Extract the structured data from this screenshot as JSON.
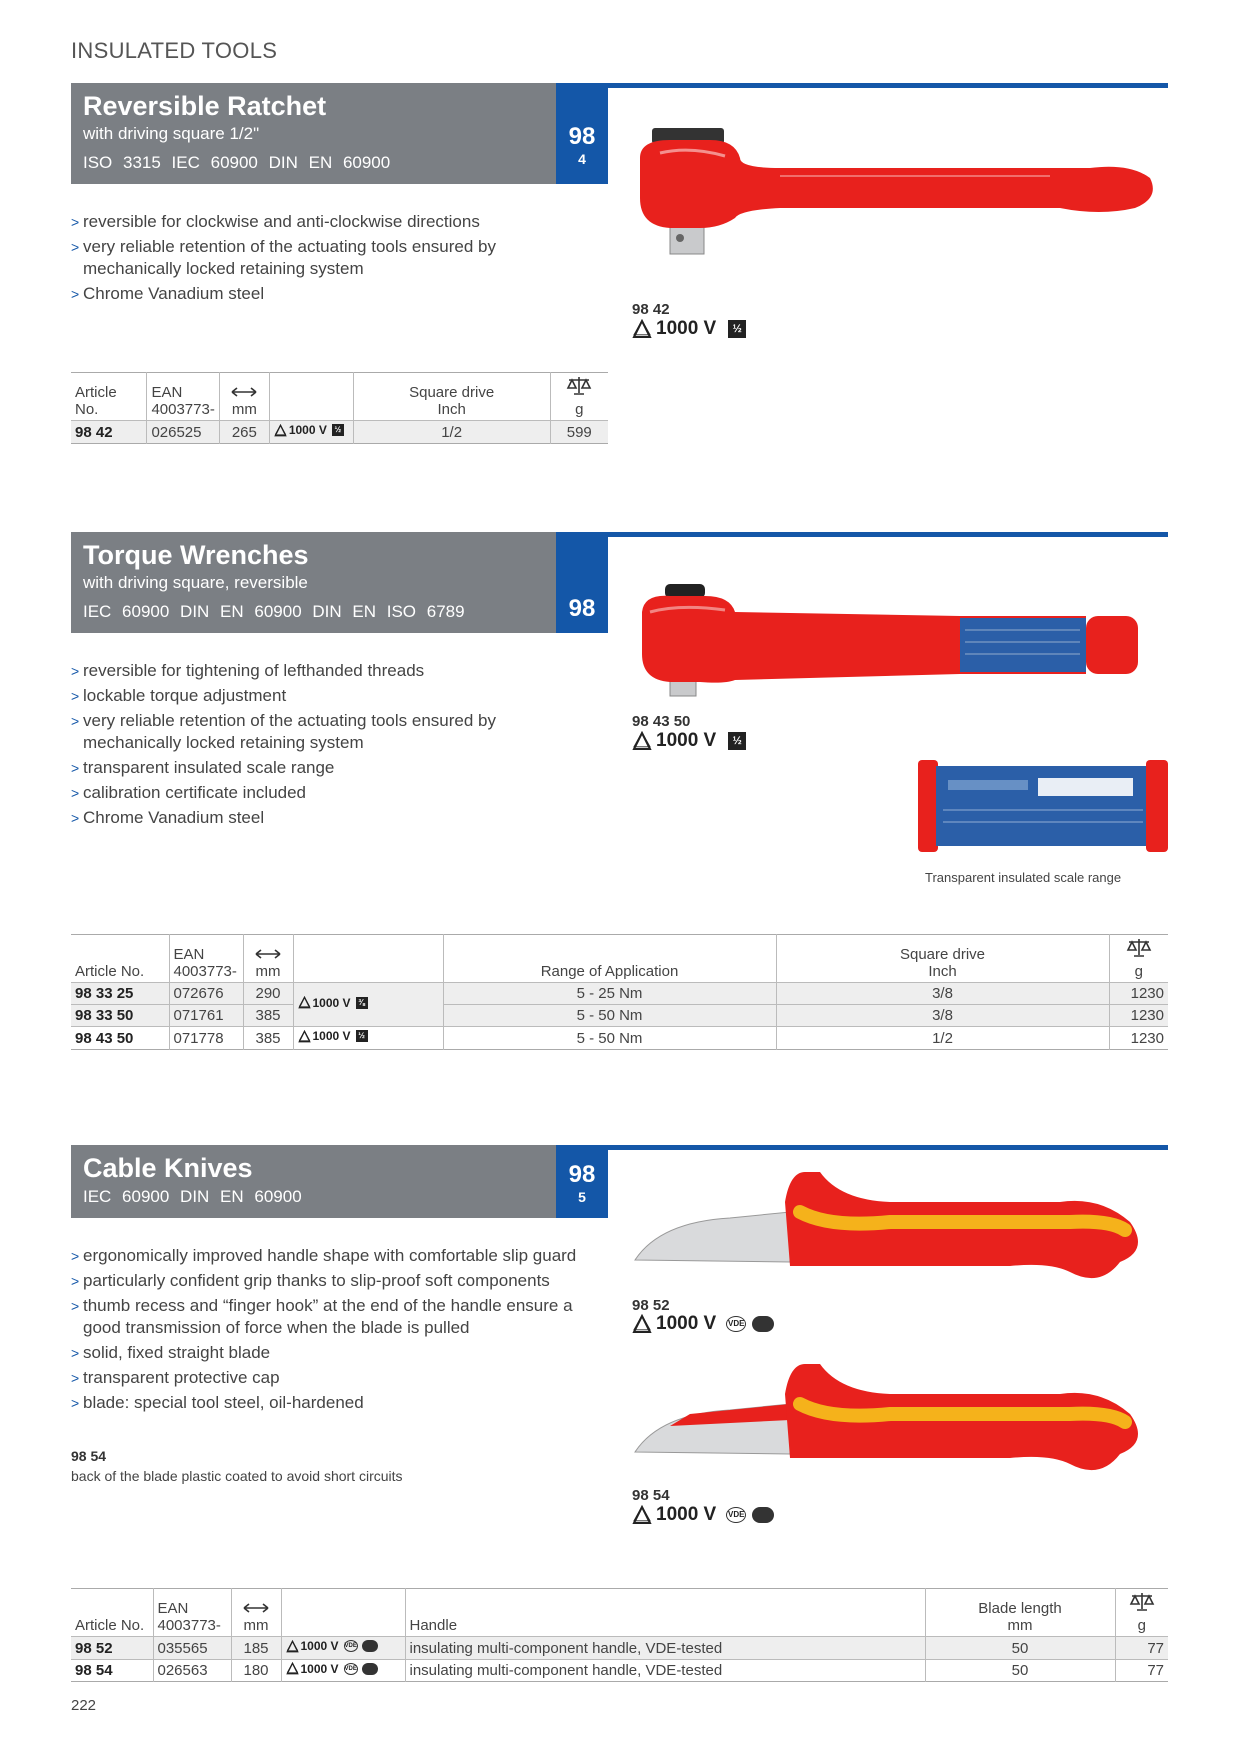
{
  "page": {
    "category": "INSULATED TOOLS",
    "page_number": "222"
  },
  "voltage": "1000 V",
  "sec1": {
    "title": "Reversible Ratchet",
    "subtitle": "with driving square 1/2\"",
    "norms": "ISO 3315   IEC 60900   DIN EN 60900",
    "num_big": "98",
    "num_small": "4",
    "features": [
      "reversible for clockwise and anti-clockwise directions",
      "very reliable retention of the actuating tools ensured by mechanically locked retaining system",
      "Chrome Vanadium steel"
    ],
    "product_label": "98 42",
    "drive_badge": "½",
    "table": {
      "h_article": "Article No.",
      "h_ean": "EAN",
      "h_ean2": "4003773-",
      "h_mm": "mm",
      "h_sq": "Square drive",
      "h_sq2": "Inch",
      "h_g": "g",
      "rows": [
        {
          "article": "98 42",
          "ean": "026525",
          "mm": "265",
          "drive": "1/2",
          "g": "599"
        }
      ]
    }
  },
  "sec2": {
    "title": "Torque Wrenches",
    "subtitle": "with driving square, reversible",
    "norms": "IEC 60900   DIN EN 60900   DIN EN ISO 6789",
    "num_big": "98",
    "features": [
      "reversible for tightening of lefthanded threads",
      "lockable torque adjustment",
      "very reliable retention of the actuating tools ensured by mechanically locked retaining system",
      "transparent insulated scale range",
      "calibration certificate included",
      "Chrome Vanadium steel"
    ],
    "product_label": "98 43 50",
    "drive_badge": "½",
    "drive_badge_38": "⅜",
    "caption": "Transparent insulated scale range",
    "table": {
      "h_article": "Article No.",
      "h_ean": "EAN",
      "h_ean2": "4003773-",
      "h_mm": "mm",
      "h_range": "Range of Application",
      "h_sq": "Square drive",
      "h_sq2": "Inch",
      "h_g": "g",
      "rows": [
        {
          "article": "98 33 25",
          "ean": "072676",
          "mm": "290",
          "range": "5 - 25 Nm",
          "drive": "3/8",
          "g": "1230"
        },
        {
          "article": "98 33 50",
          "ean": "071761",
          "mm": "385",
          "range": "5 - 50 Nm",
          "drive": "3/8",
          "g": "1230"
        },
        {
          "article": "98 43 50",
          "ean": "071778",
          "mm": "385",
          "range": "5 - 50 Nm",
          "drive": "1/2",
          "g": "1230"
        }
      ]
    }
  },
  "sec3": {
    "title": "Cable Knives",
    "norms": "IEC 60900   DIN EN 60900",
    "num_big": "98",
    "num_small": "5",
    "features": [
      "ergonomically improved handle shape with comfortable slip guard",
      "particularly confident grip thanks to slip-proof soft components",
      "thumb recess and “finger hook” at the end of the handle ensure a good transmission of force when the blade is pulled",
      "solid, fixed straight blade",
      "transparent protective cap",
      "blade: special tool steel, oil-hardened"
    ],
    "note_label": "98 54",
    "note_text": "back of the blade plastic coated to avoid short circuits",
    "product_label_1": "98 52",
    "product_label_2": "98 54",
    "vde_badge": "VDE",
    "table": {
      "h_article": "Article No.",
      "h_ean": "EAN",
      "h_ean2": "4003773-",
      "h_mm": "mm",
      "h_handle": "Handle",
      "h_blade": "Blade length",
      "h_blade2": "mm",
      "h_g": "g",
      "rows": [
        {
          "article": "98 52",
          "ean": "035565",
          "mm": "185",
          "handle": "insulating multi-component handle, VDE-tested",
          "blade": "50",
          "g": "77"
        },
        {
          "article": "98 54",
          "ean": "026563",
          "mm": "180",
          "handle": "insulating multi-component handle, VDE-tested",
          "blade": "50",
          "g": "77"
        }
      ]
    }
  },
  "colors": {
    "header_gray": "#7b7f84",
    "brand_blue": "#1457a8",
    "insulation_red": "#e8211d",
    "insulation_yellow": "#f5b21b"
  }
}
